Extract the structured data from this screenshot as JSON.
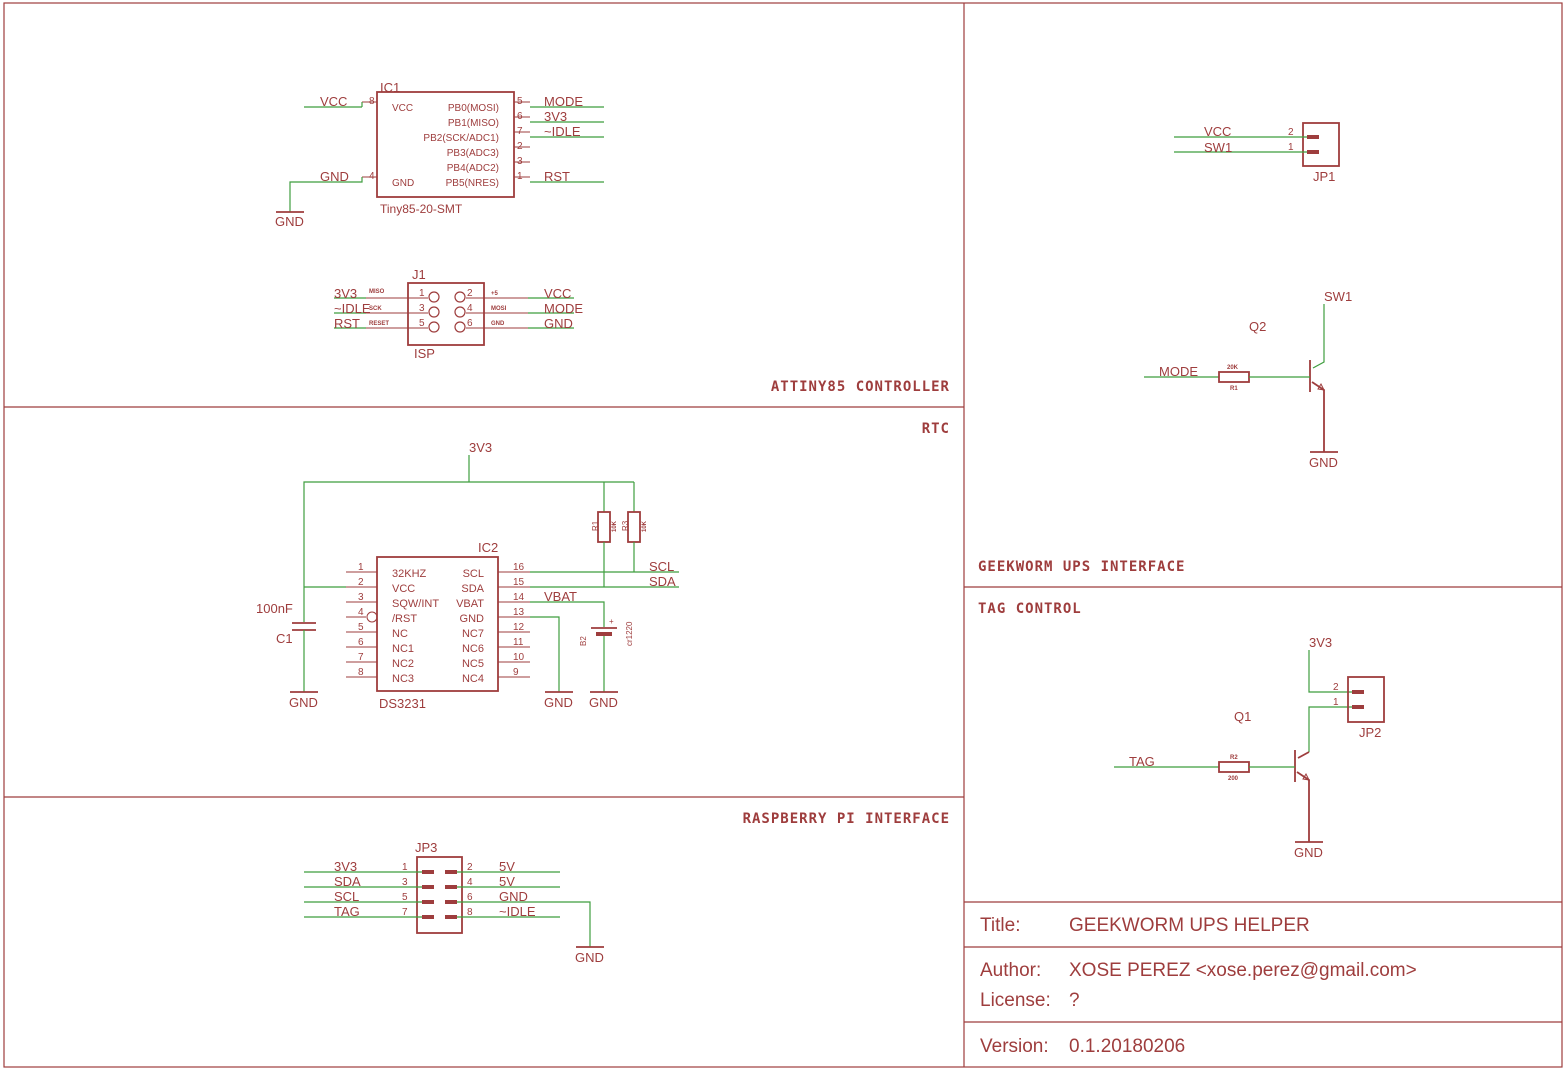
{
  "sections": {
    "attiny": "ATTINY85 CONTROLLER",
    "rtc": "RTC",
    "rpi": "RASPBERRY PI INTERFACE",
    "geekworm": "GEEKWORM UPS INTERFACE",
    "tag": "TAG CONTROL"
  },
  "ic1": {
    "ref": "IC1",
    "value": "Tiny85-20-SMT",
    "left_pins": [
      {
        "num": "8",
        "name": "VCC",
        "net": "VCC"
      },
      {
        "num": "4",
        "name": "GND",
        "net": "GND"
      }
    ],
    "right_pins": [
      {
        "num": "5",
        "name": "PB0(MOSI)",
        "net": "MODE"
      },
      {
        "num": "6",
        "name": "PB1(MISO)",
        "net": "3V3"
      },
      {
        "num": "7",
        "name": "PB2(SCK/ADC1)",
        "net": "~IDLE"
      },
      {
        "num": "2",
        "name": "PB3(ADC3)",
        "net": ""
      },
      {
        "num": "3",
        "name": "PB4(ADC2)",
        "net": ""
      },
      {
        "num": "1",
        "name": "PB5(NRES)",
        "net": "RST"
      }
    ],
    "gnd_symbol": "GND"
  },
  "j1": {
    "ref": "J1",
    "value": "ISP",
    "left": [
      {
        "net": "3V3",
        "func": "MISO",
        "num": "1"
      },
      {
        "net": "~IDLE",
        "func": "SCK",
        "num": "3"
      },
      {
        "net": "RST",
        "func": "RESET",
        "num": "5"
      }
    ],
    "right": [
      {
        "num": "2",
        "func": "+5",
        "net": "VCC"
      },
      {
        "num": "4",
        "func": "MOSI",
        "net": "MODE"
      },
      {
        "num": "6",
        "func": "GND",
        "net": "GND"
      }
    ]
  },
  "rtc": {
    "supply": "3V3",
    "ic2": {
      "ref": "IC2",
      "value": "DS3231",
      "left": [
        {
          "num": "1",
          "name": "32KHZ"
        },
        {
          "num": "2",
          "name": "VCC"
        },
        {
          "num": "3",
          "name": "SQW/INT"
        },
        {
          "num": "4",
          "name": "/RST"
        },
        {
          "num": "5",
          "name": "NC"
        },
        {
          "num": "6",
          "name": "NC1"
        },
        {
          "num": "7",
          "name": "NC2"
        },
        {
          "num": "8",
          "name": "NC3"
        }
      ],
      "right": [
        {
          "num": "16",
          "name": "SCL"
        },
        {
          "num": "15",
          "name": "SDA"
        },
        {
          "num": "14",
          "name": "VBAT"
        },
        {
          "num": "13",
          "name": "GND"
        },
        {
          "num": "12",
          "name": "NC7"
        },
        {
          "num": "11",
          "name": "NC6"
        },
        {
          "num": "10",
          "name": "NC5"
        },
        {
          "num": "9",
          "name": "NC4"
        }
      ]
    },
    "nets": {
      "scl": "SCL",
      "sda": "SDA",
      "vbat": "VBAT"
    },
    "r1": {
      "ref": "R1",
      "value": "10K"
    },
    "r3": {
      "ref": "R3",
      "value": "10K"
    },
    "c1": {
      "ref": "C1",
      "value": "100nF"
    },
    "b2": {
      "ref": "B2",
      "value": "cr1220",
      "plus": "+"
    },
    "gnd": [
      "GND",
      "GND",
      "GND"
    ]
  },
  "jp3": {
    "ref": "JP3",
    "left": [
      {
        "net": "3V3",
        "num": "1"
      },
      {
        "net": "SDA",
        "num": "3"
      },
      {
        "net": "SCL",
        "num": "5"
      },
      {
        "net": "TAG",
        "num": "7"
      }
    ],
    "right": [
      {
        "num": "2",
        "net": "5V"
      },
      {
        "num": "4",
        "net": "5V"
      },
      {
        "num": "6",
        "net": "GND"
      },
      {
        "num": "8",
        "net": "~IDLE"
      }
    ],
    "gnd": "GND"
  },
  "geekworm": {
    "jp1": {
      "ref": "JP1",
      "pins": [
        {
          "net": "VCC",
          "num": "2"
        },
        {
          "net": "SW1",
          "num": "1"
        }
      ]
    },
    "q2": {
      "ref": "Q2",
      "collector": "SW1",
      "base_net": "MODE",
      "emitter": "GND"
    },
    "r1": {
      "ref": "R1",
      "value": "20K"
    }
  },
  "tagctl": {
    "supply": "3V3",
    "jp2": {
      "ref": "JP2",
      "pins": [
        {
          "num": "2"
        },
        {
          "num": "1"
        }
      ]
    },
    "q1": {
      "ref": "Q1",
      "base_net": "TAG",
      "emitter": "GND"
    },
    "r2": {
      "ref": "R2",
      "value": "200"
    }
  },
  "title_block": {
    "title_label": "Title:",
    "title": "GEEKWORM UPS HELPER",
    "author_label": "Author:",
    "author": "XOSE PEREZ <xose.perez@gmail.com>",
    "license_label": "License:",
    "license": "?",
    "version_label": "Version:",
    "version": "0.1.20180206"
  },
  "colors": {
    "symbol": "#9e3d3d",
    "net": "#3f9e3f",
    "background": "#ffffff"
  }
}
